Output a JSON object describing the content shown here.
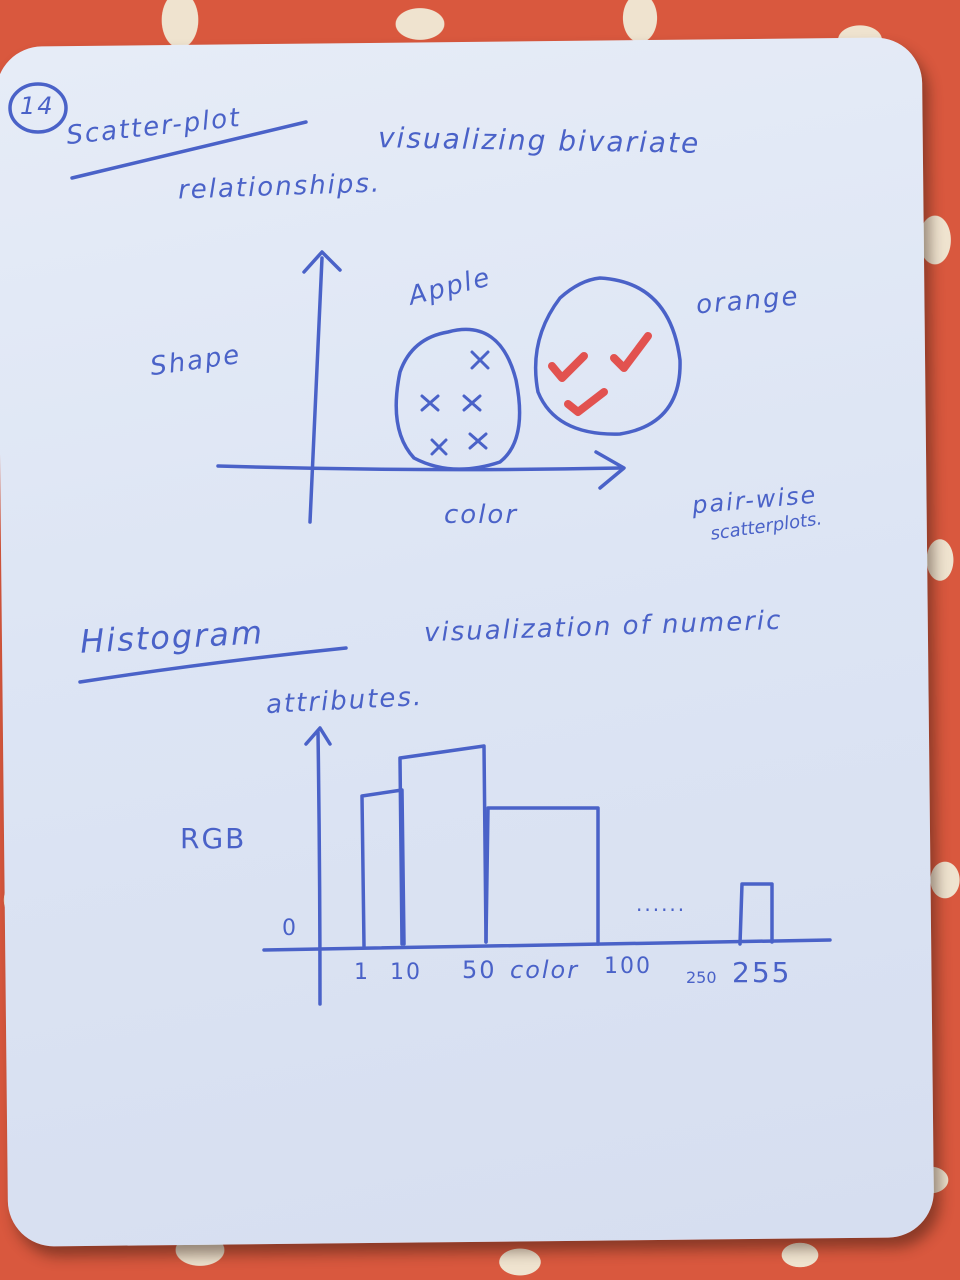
{
  "note": {
    "number": "14",
    "scatter": {
      "heading": "Scatter-plot",
      "desc_line1": "visualizing bivariate",
      "desc_line2": "relationships.",
      "y_label": "Shape",
      "x_label": "color",
      "cluster_a": "Apple",
      "cluster_b": "orange",
      "side_note_1": "pair-wise",
      "side_note_2": "scatterplots."
    },
    "histogram": {
      "heading": "Histogram",
      "desc_line1": "visualization of numeric",
      "desc_line2": "attributes.",
      "y_label": "RGB",
      "zero": "0",
      "ticks": [
        "1",
        "10",
        "50",
        "color",
        "100",
        "250",
        "255"
      ],
      "dots": "......"
    }
  },
  "colors": {
    "ink": "#4a62c8",
    "red_marks": "#e2524f",
    "fabric": "#d9583e",
    "paper": "#dde5f4"
  }
}
